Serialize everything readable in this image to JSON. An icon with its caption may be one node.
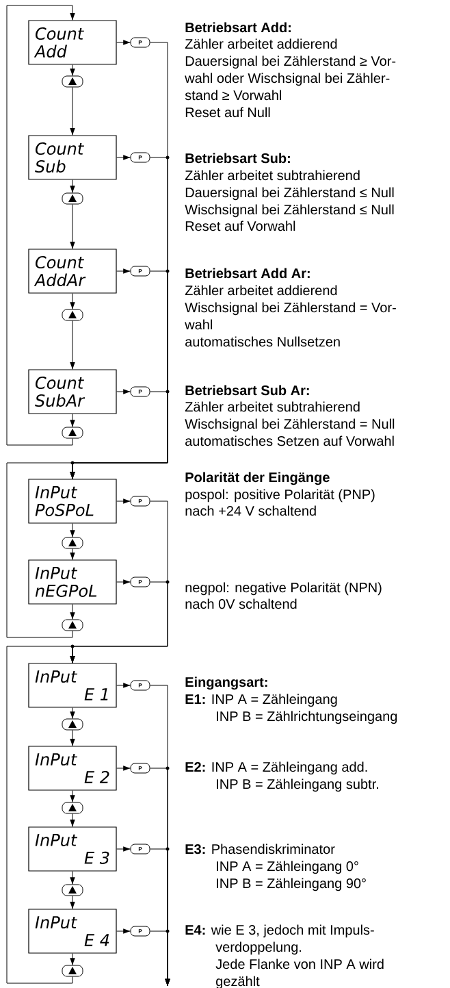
{
  "diagram": {
    "nodes": [
      {
        "text": [
          "Count",
          "Add"
        ]
      },
      {
        "text": [
          "P"
        ]
      },
      {
        "text": [],
        "shape": "box"
      },
      {
        "text": [
          "Count",
          "Sub"
        ]
      },
      {
        "text": [
          "P"
        ]
      },
      {
        "text": [],
        "shape": "box"
      },
      {
        "text": [
          "Count",
          "AddAr"
        ]
      },
      {
        "text": [
          "P"
        ]
      },
      {
        "text": [],
        "shape": "box"
      },
      {
        "text": [
          "Count",
          "SubAr"
        ]
      },
      {
        "text": [
          "P"
        ]
      },
      {
        "text": [],
        "shape": "box"
      },
      {
        "text": [
          "InPut",
          "PoSPoL"
        ]
      },
      {
        "text": [
          "P"
        ]
      },
      {
        "text": [],
        "shape": "box"
      },
      {
        "text": [
          "InPut",
          "nEGPoL"
        ]
      },
      {
        "text": [
          "P"
        ]
      },
      {
        "text": [],
        "shape": "box"
      },
      {
        "text": [
          "InPut",
          "E 1"
        ]
      },
      {
        "text": [
          "P"
        ]
      },
      {
        "text": [],
        "shape": "box"
      },
      {
        "text": [
          "InPut",
          "E 2"
        ]
      },
      {
        "text": [
          "P"
        ]
      },
      {
        "text": [],
        "shape": "box"
      },
      {
        "text": [
          "InPut",
          "E 3"
        ]
      },
      {
        "text": [
          "P"
        ]
      },
      {
        "text": [],
        "shape": "box"
      },
      {
        "text": [
          "InPut",
          "E 4"
        ]
      },
      {
        "text": [
          "P"
        ]
      },
      {
        "text": [],
        "shape": "box"
      }
    ],
    "edges": [
      {
        "from": 0,
        "to": 2,
        "arrow": "to"
      },
      {
        "from": 0,
        "to": 1,
        "arrow": "to"
      },
      {
        "from": 2,
        "to": 3,
        "arrow": "to"
      },
      {
        "from": 3,
        "to": 5,
        "arrow": "to"
      },
      {
        "from": 3,
        "to": 4,
        "arrow": "to"
      },
      {
        "from": 5,
        "to": 6,
        "arrow": "to"
      },
      {
        "from": 6,
        "to": 8,
        "arrow": "to"
      },
      {
        "from": 6,
        "to": 7,
        "arrow": "to"
      },
      {
        "from": 8,
        "to": 9,
        "arrow": "to"
      },
      {
        "from": 9,
        "to": 11,
        "arrow": "to"
      },
      {
        "from": 9,
        "to": 10,
        "arrow": "to"
      },
      {
        "from": 11,
        "to": 0,
        "arrow": "to"
      },
      {
        "from": 1,
        "to": 12,
        "arrow": "to"
      },
      {
        "from": 4,
        "to": 12,
        "arrow": "to"
      },
      {
        "from": 7,
        "to": 12,
        "arrow": "to"
      },
      {
        "from": 10,
        "to": 12,
        "arrow": "to"
      },
      {
        "from": 12,
        "to": 14,
        "arrow": "to"
      },
      {
        "from": 12,
        "to": 13,
        "arrow": "to"
      },
      {
        "from": 14,
        "to": 15,
        "arrow": "to"
      },
      {
        "from": 15,
        "to": 17,
        "arrow": "to"
      },
      {
        "from": 15,
        "to": 16,
        "arrow": "to"
      },
      {
        "from": 17,
        "to": 12,
        "arrow": "to"
      },
      {
        "from": 13,
        "to": 18,
        "arrow": "to"
      },
      {
        "from": 16,
        "to": 18,
        "arrow": "to"
      },
      {
        "from": 18,
        "to": 20,
        "arrow": "to"
      },
      {
        "from": 18,
        "to": 19,
        "arrow": "to"
      },
      {
        "from": 20,
        "to": 21,
        "arrow": "to"
      },
      {
        "from": 21,
        "to": 23,
        "arrow": "to"
      },
      {
        "from": 21,
        "to": 22,
        "arrow": "to"
      },
      {
        "from": 23,
        "to": 24,
        "arrow": "to"
      },
      {
        "from": 24,
        "to": 26,
        "arrow": "to"
      },
      {
        "from": 24,
        "to": 25,
        "arrow": "to"
      },
      {
        "from": 26,
        "to": 27,
        "arrow": "to"
      },
      {
        "from": 27,
        "to": 29,
        "arrow": "to"
      },
      {
        "from": 27,
        "to": 28,
        "arrow": "to"
      },
      {
        "from": 29,
        "to": 18,
        "arrow": "to"
      },
      {
        "from": 19,
        "to": null,
        "arrow": "to"
      },
      {
        "from": 22,
        "to": null,
        "arrow": "to"
      },
      {
        "from": 25,
        "to": null,
        "arrow": "to"
      },
      {
        "from": 28,
        "to": null,
        "arrow": "to"
      }
    ],
    "labels": [
      "Betriebsart Add:",
      "Zähler arbeitet addierend",
      "Dauersignal bei Zählerstand ≥ Vor-",
      "wahl oder Wischsignal bei Zähler-",
      "stand ≥ Vorwahl",
      "Reset auf Null",
      "Betriebsart Sub:",
      "Zähler arbeitet subtrahierend",
      "Dauersignal bei Zählerstand ≤ Null",
      "Wischsignal bei Zählerstand ≤ Null",
      "Reset auf Vorwahl",
      "Betriebsart Add Ar:",
      "Zähler arbeitet addierend",
      "Wischsignal bei Zählerstand = Vor-",
      "wahl",
      "automatisches Nullsetzen",
      "Betriebsart Sub Ar:",
      "Zähler arbeitet subtrahierend",
      "Wischsignal bei Zählerstand = Null",
      "automatisches Setzen auf Vorwahl",
      "Polarität der Eingänge",
      "pospol: positive Polarität (PNP)",
      "nach +24 V schaltend",
      "negpol: negative Polarität (NPN)",
      "nach 0V schaltend",
      "Eingangsart:",
      "**E1:** INP A = Zähleingang",
      "INP B = Zählrichtungseingang",
      "**E2:** INP A = Zähleingang add.",
      "INP B = Zähleingang subtr.",
      "**E3:** Phasendiskriminator",
      "INP A = Zähleingang 0°",
      "INP B = Zähleingang 90°",
      "**E4:** wie E 3, jedoch mit Impuls-",
      "verdoppelung.",
      "Jede Flanke von INP A wird",
      "gezählt"
    ]
  }
}
